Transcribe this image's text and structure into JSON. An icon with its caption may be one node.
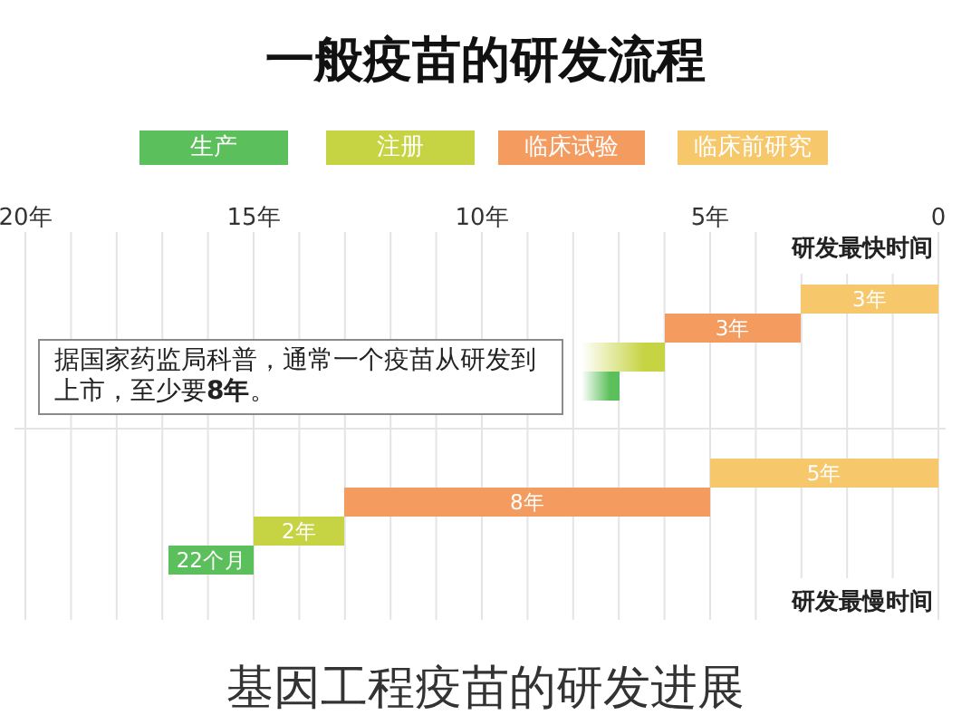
{
  "diagram": {
    "title": "一般疫苗的研发流程",
    "caption": "基因工程疫苗的研发进展",
    "nodes": [
      {
        "text": [
          "3年"
        ]
      },
      {
        "text": [
          "3年"
        ]
      },
      {
        "text": [
          "据国家药监局科普，通常一个疫苗从研发到上市，至少要**8年**。"
        ]
      },
      {
        "text": [],
        "shape": "bar"
      },
      {
        "text": [],
        "shape": "bar"
      },
      {
        "text": [
          "5年"
        ]
      },
      {
        "text": [
          "8年"
        ]
      },
      {
        "text": [
          "2年"
        ]
      },
      {
        "text": [
          "22个月"
        ]
      }
    ],
    "labels": [
      "20年",
      "15年",
      "10年",
      "5年",
      "0",
      "研发最快时间",
      "研发最慢时间"
    ],
    "legend": [
      {
        "text": "生产",
        "color": "#5bbf5b"
      },
      {
        "text": "注册",
        "color": "#c6d443"
      },
      {
        "text": "临床试验",
        "color": "#f49b60"
      },
      {
        "text": "临床前研究",
        "color": "#f6c86b"
      }
    ]
  }
}
